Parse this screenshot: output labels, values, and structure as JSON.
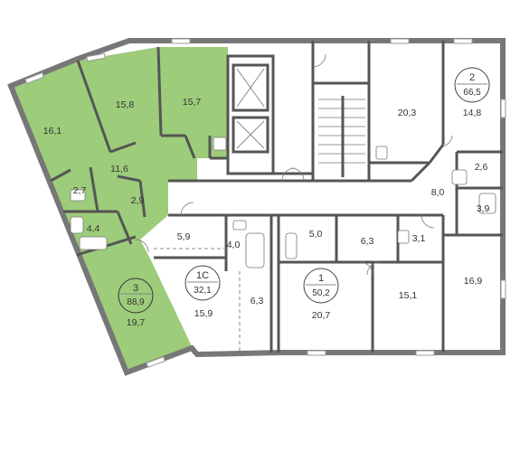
{
  "colors": {
    "highlight": "#9dcc7b",
    "wall": "#555555"
  },
  "apartments": [
    {
      "id": "apt-3",
      "number": "3",
      "total_area": "88,9",
      "highlighted": true
    },
    {
      "id": "apt-2",
      "number": "2",
      "total_area": "66,5",
      "highlighted": false
    },
    {
      "id": "apt-1",
      "number": "1",
      "total_area": "50,2",
      "highlighted": false
    },
    {
      "id": "apt-1c",
      "number": "1С",
      "total_area": "32,1",
      "highlighted": false
    }
  ],
  "rooms": {
    "r16_1": "16,1",
    "r15_8": "15,8",
    "r15_7": "15,7",
    "r11_6": "11,6",
    "r2_7": "2,7",
    "r2_9": "2,9",
    "r4_4": "4,4",
    "r19_7": "19,7",
    "r20_3": "20,3",
    "r14_8": "14,8",
    "r2_6": "2,6",
    "r8_0": "8,0",
    "r3_9": "3,9",
    "r16_9": "16,9",
    "r15_1": "15,1",
    "r6_3a": "6,3",
    "r3_1": "3,1",
    "r5_0": "5,0",
    "r20_7": "20,7",
    "r4_0": "4,0",
    "r5_9": "5,9",
    "r15_9": "15,9",
    "r6_3b": "6,3"
  }
}
